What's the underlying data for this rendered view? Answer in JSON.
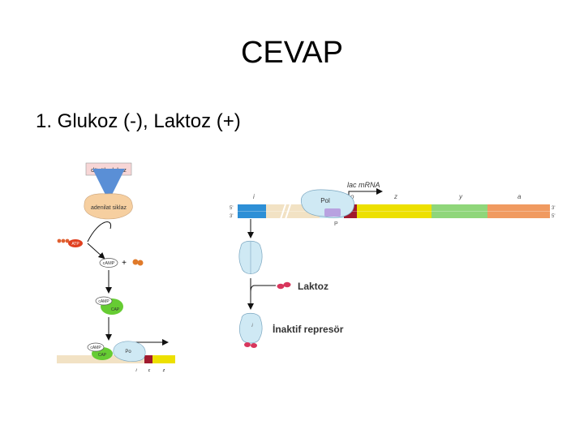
{
  "slide": {
    "title": "CEVAP",
    "answer": "1. Glukoz (-), Laktoz (+)"
  },
  "left_diagram": {
    "low_glucose": "düşük glukoz",
    "adenylate_cyclase": "adenilat siklaz",
    "atp": "ATP",
    "camp": "cAMP",
    "plus": "+",
    "cap": "CAP",
    "pol": "Po",
    "gene_labels": [
      "i",
      "c",
      "z"
    ]
  },
  "right_diagram": {
    "mrna_label": "lac mRNA",
    "pol": "Pol",
    "strand_5": "5'",
    "strand_3": "3'",
    "strand_3_right": "3'",
    "strand_5_right": "5'",
    "gene_i": "i",
    "gene_o": "o",
    "gene_z": "z",
    "gene_y": "y",
    "gene_a": "a",
    "promoter_p": "P",
    "lactose": "Laktoz",
    "inactive_repressor": "İnaktif represör",
    "repressor_i_label": "i"
  },
  "colors": {
    "blue_gene": "#2d8fd6",
    "yellow_gene": "#ede000",
    "green_gene": "#8fd67a",
    "orange_gene": "#f09a60",
    "dna_bar": "#f2e2c4",
    "repressor": "#cfe9f4",
    "operator": "#a01a2e",
    "lactose": "#d8365c",
    "cap_green": "#66cc33",
    "adenylate": "#f6cfa0"
  }
}
